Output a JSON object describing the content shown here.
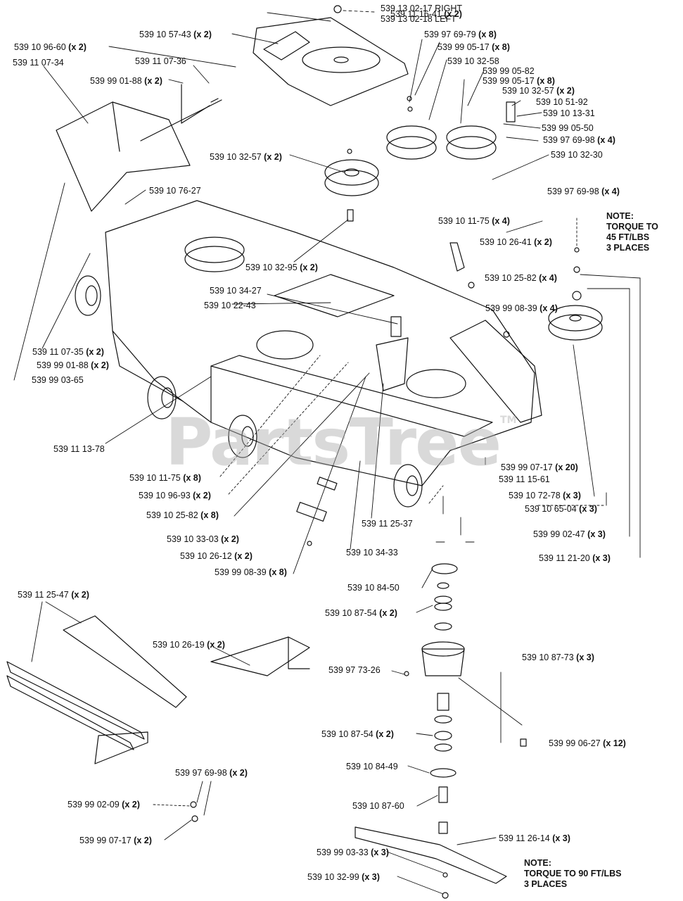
{
  "watermark": {
    "text": "PartsTree",
    "mark": "TM"
  },
  "notes": [
    {
      "id": "note-torque-45",
      "lines": [
        "NOTE:",
        "TORQUE TO",
        "45 FT/LBS",
        "3 PLACES"
      ]
    },
    {
      "id": "note-torque-90",
      "lines": [
        "NOTE:",
        "TORQUE TO 90 FT/LBS",
        "3 PLACES"
      ]
    }
  ],
  "labels": [
    {
      "part": "539 13 02-17 RIGHT",
      "qty": ""
    },
    {
      "part": "539 13 02-18 LEFT",
      "qty": ""
    },
    {
      "part": "539 11 16-41",
      "qty": "(x 2)"
    },
    {
      "part": "539 10 57-43",
      "qty": "(x 2)"
    },
    {
      "part": "539 10 96-60",
      "qty": "(x 2)"
    },
    {
      "part": "539 97 69-79",
      "qty": "(x 8)"
    },
    {
      "part": "539 99 05-17",
      "qty": "(x 8)"
    },
    {
      "part": "539 11 07-34",
      "qty": ""
    },
    {
      "part": "539 11 07-36",
      "qty": ""
    },
    {
      "part": "539 10 32-58",
      "qty": ""
    },
    {
      "part": "539 99 05-82",
      "qty": ""
    },
    {
      "part": "539 99 01-88",
      "qty": "(x 2)"
    },
    {
      "part": "539 99 05-17",
      "qty": "(x 8)"
    },
    {
      "part": "539 10 32-57",
      "qty": "(x 2)"
    },
    {
      "part": "539 10 51-92",
      "qty": ""
    },
    {
      "part": "539 10 13-31",
      "qty": ""
    },
    {
      "part": "539 99 05-50",
      "qty": ""
    },
    {
      "part": "539 97 69-98",
      "qty": "(x 4)"
    },
    {
      "part": "539 10 32-57",
      "qty": "(x 2)"
    },
    {
      "part": "539 10 32-30",
      "qty": ""
    },
    {
      "part": "539 10 76-27",
      "qty": ""
    },
    {
      "part": "539 97 69-98",
      "qty": "(x 4)"
    },
    {
      "part": "539 10 11-75",
      "qty": "(x 4)"
    },
    {
      "part": "539 10 26-41",
      "qty": "(x 2)"
    },
    {
      "part": "539 10 32-95",
      "qty": "(x 2)"
    },
    {
      "part": "539 10 25-82",
      "qty": "(x 4)"
    },
    {
      "part": "539 10 34-27",
      "qty": ""
    },
    {
      "part": "539 10 22-43",
      "qty": ""
    },
    {
      "part": "539 99 08-39",
      "qty": "(x 4)"
    },
    {
      "part": "539 11 07-35",
      "qty": "(x 2)"
    },
    {
      "part": "539 99 01-88",
      "qty": "(x 2)"
    },
    {
      "part": "539 99 03-65",
      "qty": ""
    },
    {
      "part": "539 11 13-78",
      "qty": ""
    },
    {
      "part": "539 99 07-17",
      "qty": "(x 20)"
    },
    {
      "part": "539 11 15-61",
      "qty": ""
    },
    {
      "part": "539 10 11-75",
      "qty": "(x 8)"
    },
    {
      "part": "539 10 72-78",
      "qty": "(x 3)"
    },
    {
      "part": "539 10 96-93",
      "qty": "(x 2)"
    },
    {
      "part": "539 10 65-04",
      "qty": "(x 3)"
    },
    {
      "part": "539 10 25-82",
      "qty": "(x 8)"
    },
    {
      "part": "539 11 25-37",
      "qty": ""
    },
    {
      "part": "539 99 02-47",
      "qty": "(x 3)"
    },
    {
      "part": "539 10 33-03",
      "qty": "(x 2)"
    },
    {
      "part": "539 10 34-33",
      "qty": ""
    },
    {
      "part": "539 10 26-12",
      "qty": "(x 2)"
    },
    {
      "part": "539 11 21-20",
      "qty": "(x 3)"
    },
    {
      "part": "539 99 08-39",
      "qty": "(x 8)"
    },
    {
      "part": "539 10 84-50",
      "qty": ""
    },
    {
      "part": "539 11 25-47",
      "qty": "(x 2)"
    },
    {
      "part": "539 10 87-54",
      "qty": "(x 2)"
    },
    {
      "part": "539 10 26-19",
      "qty": "(x 2)"
    },
    {
      "part": "539 10 87-73",
      "qty": "(x 3)"
    },
    {
      "part": "539 97 73-26",
      "qty": ""
    },
    {
      "part": "539 10 87-54",
      "qty": "(x 2)"
    },
    {
      "part": "539 99 06-27",
      "qty": "(x 12)"
    },
    {
      "part": "539 10 84-49",
      "qty": ""
    },
    {
      "part": "539 97 69-98",
      "qty": "(x 2)"
    },
    {
      "part": "539 99 02-09",
      "qty": "(x 2)"
    },
    {
      "part": "539 10 87-60",
      "qty": ""
    },
    {
      "part": "539 99 07-17",
      "qty": "(x 2)"
    },
    {
      "part": "539 11 26-14",
      "qty": "(x 3)"
    },
    {
      "part": "539 99 03-33",
      "qty": "(x 3)"
    },
    {
      "part": "539 10 32-99",
      "qty": "(x 3)"
    }
  ]
}
